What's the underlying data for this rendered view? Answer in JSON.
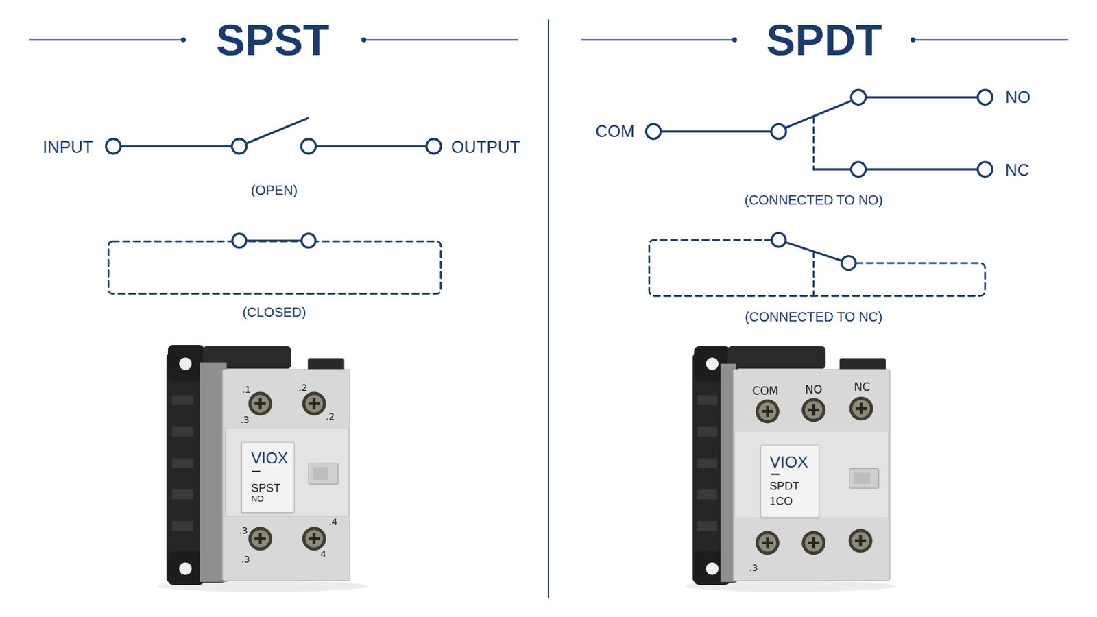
{
  "diagram": {
    "nodes": [
      {
        "text": [
          ".1",
          ".2",
          ".3",
          ".2",
          ".3",
          ".4",
          ".3",
          "4"
        ]
      },
      {
        "text": [
          "VIOX",
          "SPST",
          "NO"
        ],
        "in": 0
      },
      {
        "text": [
          "COM",
          "NO",
          "NC",
          ".3"
        ]
      },
      {
        "text": [
          "VIOX",
          "SPDT",
          "1CO"
        ],
        "in": 2
      }
    ],
    "labels": [
      "SPST",
      "INPUT",
      "OUTPUT",
      "(OPEN)",
      "(CLOSED)",
      "SPDT",
      "COM",
      "NO",
      "NC",
      "(CONNECTED TO NO)",
      "(CONNECTED TO NC)"
    ]
  }
}
